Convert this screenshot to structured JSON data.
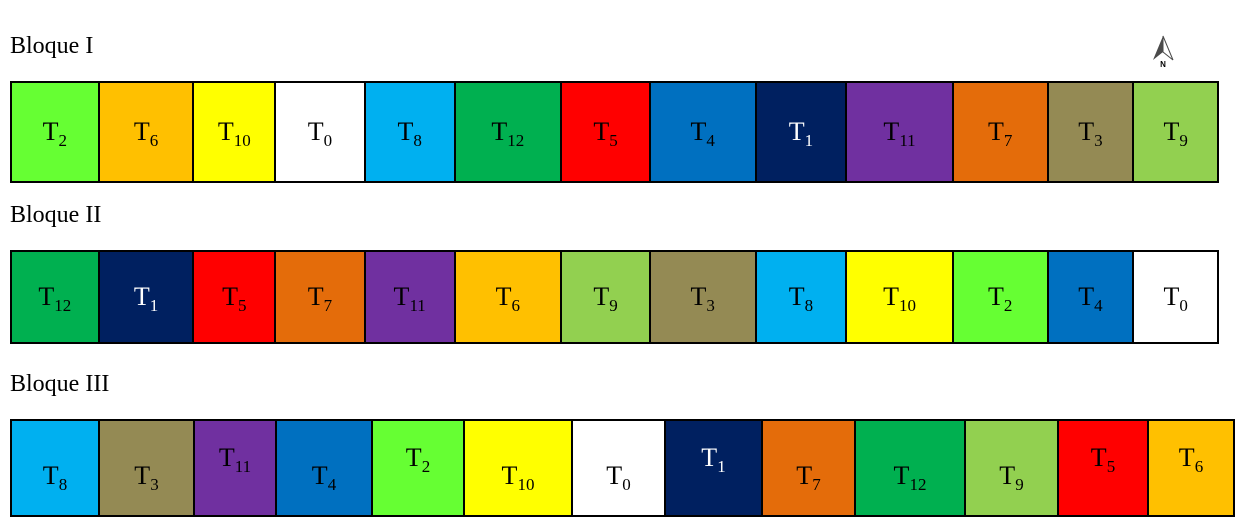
{
  "blocks": [
    {
      "label": "Bloque I",
      "cells": [
        {
          "t": "T",
          "sub": "2",
          "color": "#66FF33",
          "text_color": "#000000"
        },
        {
          "t": "T",
          "sub": "6",
          "color": "#FFC000",
          "text_color": "#000000"
        },
        {
          "t": "T",
          "sub": "10",
          "color": "#FFFF00",
          "text_color": "#000000"
        },
        {
          "t": "T",
          "sub": "0",
          "color": "#FFFFFF",
          "text_color": "#000000"
        },
        {
          "t": "T",
          "sub": "8",
          "color": "#00B0F0",
          "text_color": "#000000"
        },
        {
          "t": "T",
          "sub": "12",
          "color": "#00B050",
          "text_color": "#000000"
        },
        {
          "t": "T",
          "sub": "5",
          "color": "#FF0000",
          "text_color": "#000000"
        },
        {
          "t": "T",
          "sub": "4",
          "color": "#0070C0",
          "text_color": "#000000"
        },
        {
          "t": "T",
          "sub": "1",
          "color": "#002060",
          "text_color": "#FFFFFF"
        },
        {
          "t": "T",
          "sub": "11",
          "color": "#7030A0",
          "text_color": "#000000"
        },
        {
          "t": "T",
          "sub": "7",
          "color": "#E46C0A",
          "text_color": "#000000"
        },
        {
          "t": "T",
          "sub": "3",
          "color": "#948A54",
          "text_color": "#000000"
        },
        {
          "t": "T",
          "sub": "9",
          "color": "#92D050",
          "text_color": "#000000"
        }
      ]
    },
    {
      "label": "Bloque II",
      "cells": [
        {
          "t": "T",
          "sub": "12",
          "color": "#00B050",
          "text_color": "#000000"
        },
        {
          "t": "T",
          "sub": "1",
          "color": "#002060",
          "text_color": "#FFFFFF"
        },
        {
          "t": "T",
          "sub": "5",
          "color": "#FF0000",
          "text_color": "#000000"
        },
        {
          "t": "T",
          "sub": "7",
          "color": "#E46C0A",
          "text_color": "#000000"
        },
        {
          "t": "T",
          "sub": "11",
          "color": "#7030A0",
          "text_color": "#000000"
        },
        {
          "t": "T",
          "sub": "6",
          "color": "#FFC000",
          "text_color": "#000000"
        },
        {
          "t": "T",
          "sub": "9",
          "color": "#92D050",
          "text_color": "#000000"
        },
        {
          "t": "T",
          "sub": "3",
          "color": "#948A54",
          "text_color": "#000000"
        },
        {
          "t": "T",
          "sub": "8",
          "color": "#00B0F0",
          "text_color": "#000000"
        },
        {
          "t": "T",
          "sub": "10",
          "color": "#FFFF00",
          "text_color": "#000000"
        },
        {
          "t": "T",
          "sub": "2",
          "color": "#66FF33",
          "text_color": "#000000"
        },
        {
          "t": "T",
          "sub": "4",
          "color": "#0070C0",
          "text_color": "#000000"
        },
        {
          "t": "T",
          "sub": "0",
          "color": "#FFFFFF",
          "text_color": "#000000"
        }
      ]
    },
    {
      "label": "Bloque III",
      "cells": [
        {
          "t": "T",
          "sub": "8",
          "color": "#00B0F0",
          "text_color": "#000000"
        },
        {
          "t": "T",
          "sub": "3",
          "color": "#948A54",
          "text_color": "#000000"
        },
        {
          "t": "T",
          "sub": "11",
          "color": "#7030A0",
          "text_color": "#000000"
        },
        {
          "t": "T",
          "sub": "4",
          "color": "#0070C0",
          "text_color": "#000000"
        },
        {
          "t": "T",
          "sub": "2",
          "color": "#66FF33",
          "text_color": "#000000"
        },
        {
          "t": "T",
          "sub": "10",
          "color": "#FFFF00",
          "text_color": "#000000"
        },
        {
          "t": "T",
          "sub": "0",
          "color": "#FFFFFF",
          "text_color": "#000000"
        },
        {
          "t": "T",
          "sub": "1",
          "color": "#002060",
          "text_color": "#FFFFFF"
        },
        {
          "t": "T",
          "sub": "7",
          "color": "#E46C0A",
          "text_color": "#000000"
        },
        {
          "t": "T",
          "sub": "12",
          "color": "#00B050",
          "text_color": "#000000"
        },
        {
          "t": "T",
          "sub": "9",
          "color": "#92D050",
          "text_color": "#000000"
        },
        {
          "t": "T",
          "sub": "5",
          "color": "#FF0000",
          "text_color": "#000000"
        },
        {
          "t": "T",
          "sub": "6",
          "color": "#FFC000",
          "text_color": "#000000"
        }
      ]
    }
  ],
  "north_arrow": {
    "letter": "N",
    "icon": "north-arrow-icon"
  }
}
